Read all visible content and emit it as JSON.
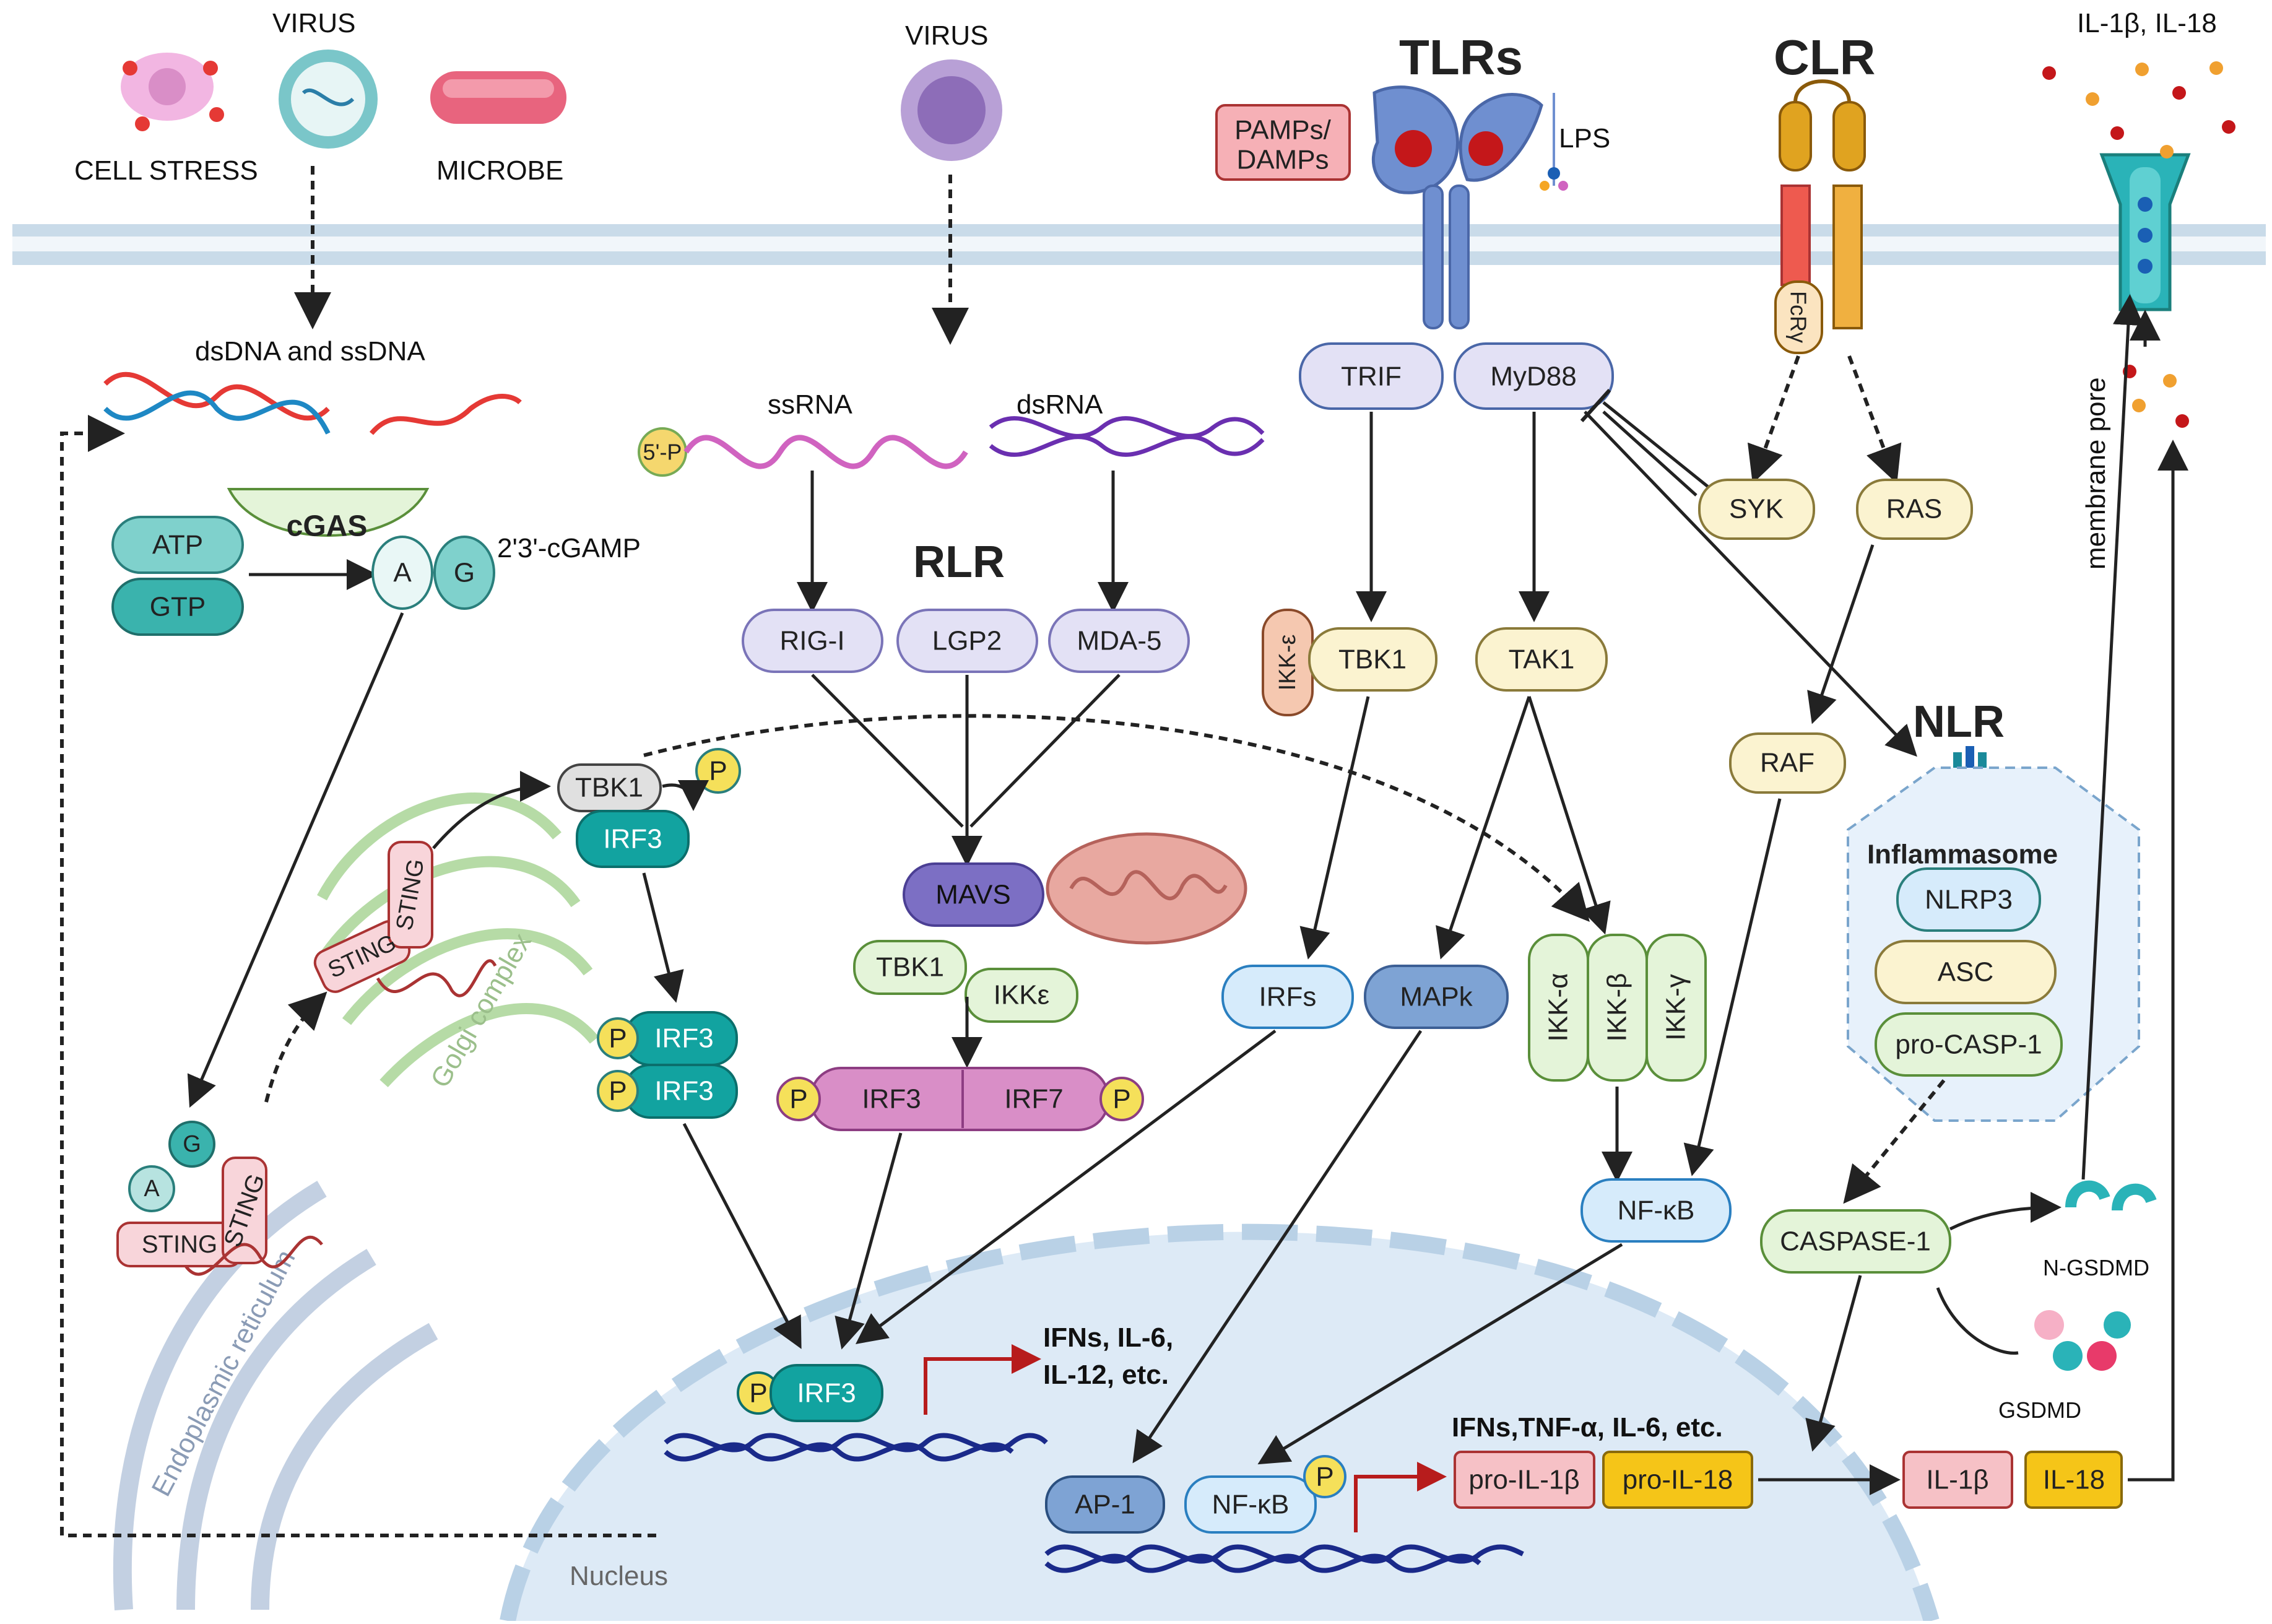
{
  "stimuli": {
    "cell_stress": "CELL STRESS",
    "virus_left": "VIRUS",
    "microbe": "MICROBE",
    "virus_center": "VIRUS"
  },
  "cgas_pathway": {
    "nucleic_acid": "dsDNA and ssDNA",
    "sensor": "cGAS",
    "atp": "ATP",
    "gtp": "GTP",
    "cgamp": "2'3'-cGAMP",
    "a": "A",
    "g": "G",
    "sting": "STING",
    "tbk1": "TBK1",
    "irf3": "IRF3",
    "p": "P",
    "golgi": "Golgi complex",
    "er": "Endoplasmic reticulum"
  },
  "rlr_pathway": {
    "title": "RLR",
    "ssrna": "ssRNA",
    "dsrna": "dsRNA",
    "five_p": "5'-P",
    "rigi": "RIG-I",
    "lgp2": "LGP2",
    "mda5": "MDA-5",
    "mavs": "MAVS",
    "tbk1": "TBK1",
    "ikke": "IKKε",
    "irf3": "IRF3",
    "irf7": "IRF7"
  },
  "tlr_pathway": {
    "title": "TLRs",
    "pamps": "PAMPs/ DAMPs",
    "pamps_line1": "PAMPs/",
    "pamps_line2": "DAMPs",
    "lps": "LPS",
    "trif": "TRIF",
    "myd88": "MyD88",
    "ikk_e": "IKK-ε",
    "tbk1": "TBK1",
    "tak1": "TAK1",
    "irfs": "IRFs",
    "mapk": "MAPk",
    "ikk_a": "IKK-α",
    "ikk_b": "IKK-β",
    "ikk_g": "IKK-γ",
    "nfkb": "NF-κB"
  },
  "clr_pathway": {
    "title": "CLR",
    "fcry": "FcRγ",
    "syk": "SYK",
    "ras": "RAS",
    "raf": "RAF"
  },
  "nlr_pathway": {
    "title": "NLR",
    "inflammasome": "Inflammasome",
    "nlrp3": "NLRP3",
    "asc": "ASC",
    "procasp1": "pro-CASP-1",
    "caspase1": "CASPASE-1",
    "ngsdmd": "N-GSDMD",
    "gsdmd": "GSDMD",
    "membrane_pore": "membrane pore",
    "cytokines_out": "IL-1β, IL-18"
  },
  "nucleus": {
    "label": "Nucleus",
    "irf3": "IRF3",
    "ifn_output_line1": "IFNs, IL-6,",
    "ifn_output_line2": "IL-12, etc.",
    "ap1": "AP-1",
    "nfkb": "NF-κB",
    "ifn_tnf_output": "IFNs,TNF-α, IL-6, etc.",
    "pro_il1b": "pro-IL-1β",
    "pro_il18": "pro-IL-18",
    "il1b": "IL-1β",
    "il18": "IL-18"
  },
  "colors": {
    "membrane": "#b7cde0",
    "teal": "#12a3a0",
    "lavender": "#e3e1f5",
    "purple_dark": "#7c6fc4",
    "green_light": "#e4f4d9",
    "cream": "#fbf3d0",
    "blue_light": "#d6ebfb",
    "pink_dark": "#d98ec7",
    "red_light": "#f6c1c6",
    "yellow": "#f5c518",
    "nucleus": "#ddeaf6"
  }
}
